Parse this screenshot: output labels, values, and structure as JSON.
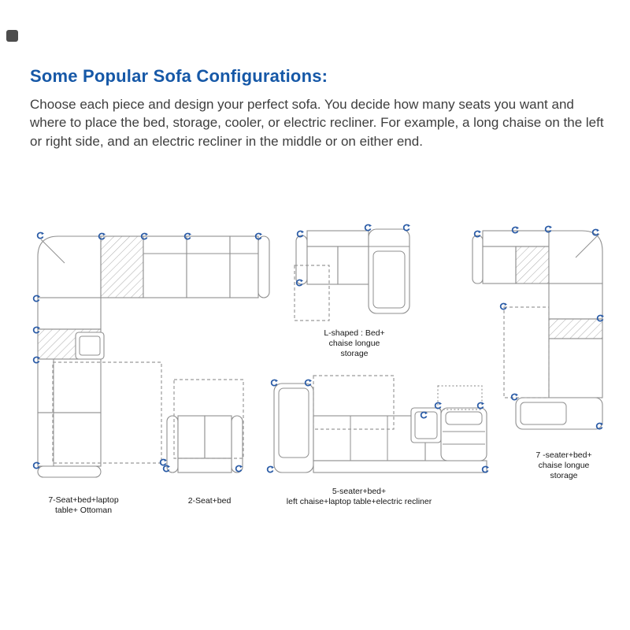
{
  "header": {
    "title": "Some Popular Sofa Configurations:"
  },
  "intro": {
    "text": "Choose each piece and design your perfect sofa. You decide how many seats you want and where to place the bed, storage, cooler, or electric recliner. For example, a long chaise on the left or right side, and an electric recliner in the middle or on either end."
  },
  "colors": {
    "heading": "#1658a7",
    "body": "#3e3e3e",
    "label": "#161616",
    "outline": "#8f8f8f",
    "dashed": "#9b9b9b",
    "hatch": "#ababab",
    "rotate-icon": "#2a5ba6"
  },
  "configurations": [
    {
      "id": "seven-seat-bed-laptop-ottoman",
      "label_lines": [
        "7-Seat+bed+laptop",
        "table+ Ottoman"
      ]
    },
    {
      "id": "l-shaped-bed-chaise-storage",
      "label_lines": [
        "L-shaped : Bed+",
        "chaise longue",
        "storage"
      ]
    },
    {
      "id": "seven-seater-bed-chaise-storage",
      "label_lines": [
        "7 -seater+bed+",
        "chaise longue",
        "storage"
      ]
    },
    {
      "id": "two-seat-bed",
      "label_lines": [
        "2-Seat+bed"
      ]
    },
    {
      "id": "five-seater-bed-chaise-recliner",
      "label_lines": [
        "5-seater+bed+",
        "left chaise+laptop table+electric recliner"
      ]
    }
  ],
  "icons": {
    "rotate": "rotate-icon"
  }
}
